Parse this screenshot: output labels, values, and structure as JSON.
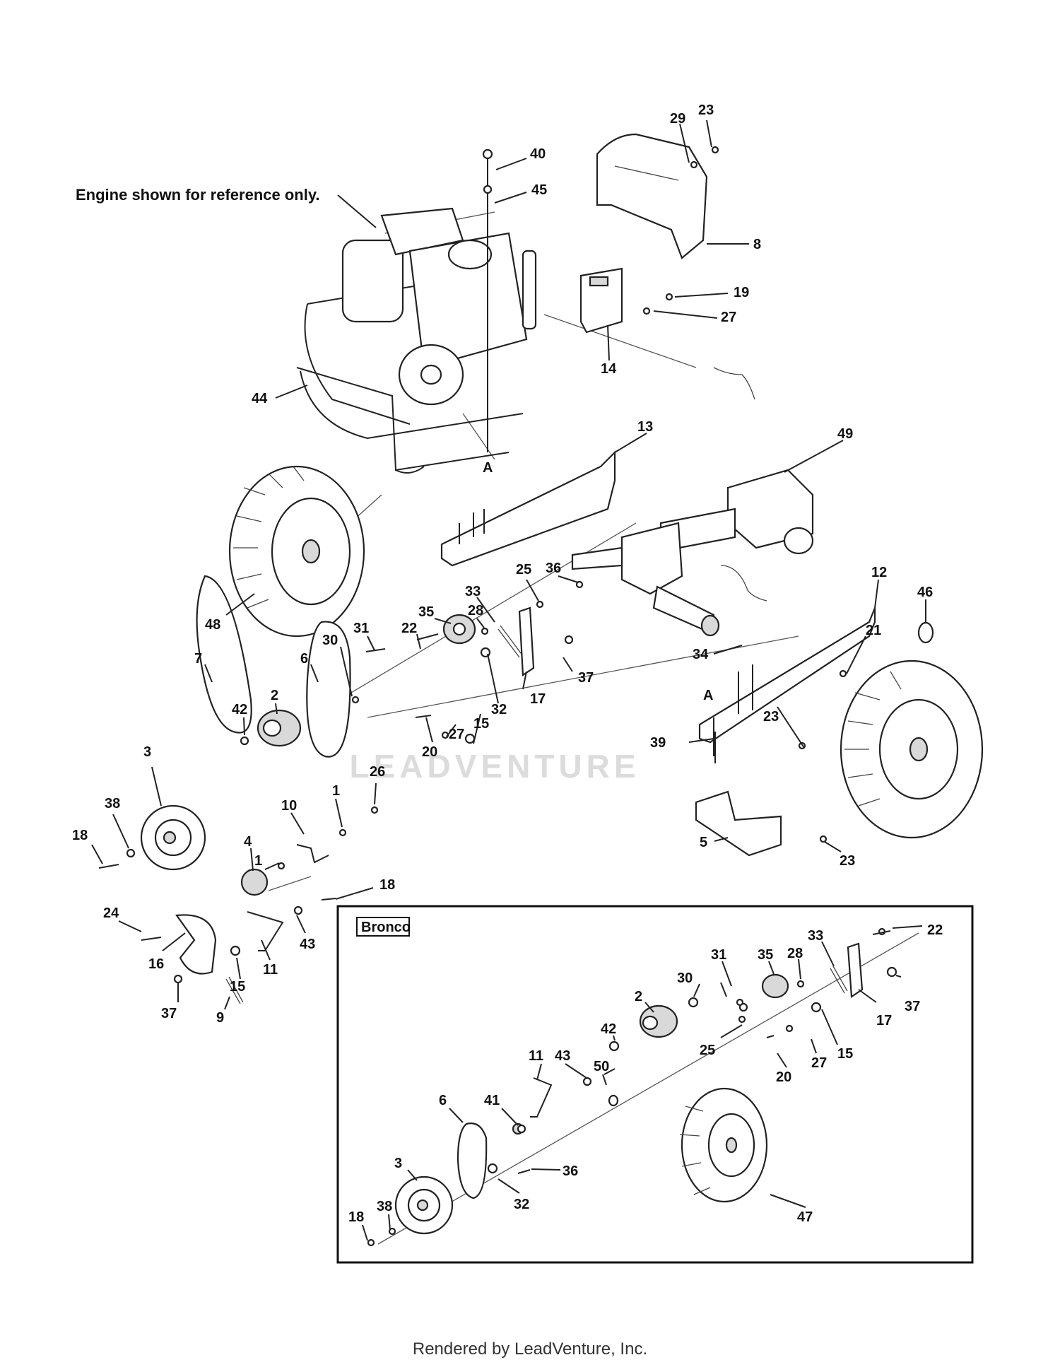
{
  "note_engine": "Engine shown for reference only.",
  "inset_title": "Bronco",
  "watermark": "LEADVENTURE",
  "footer": "Rendered by LeadVenture, Inc.",
  "reference_marker": "A",
  "main_callouts": [
    "29",
    "23",
    "40",
    "45",
    "8",
    "19",
    "27",
    "14",
    "44",
    "13",
    "49",
    "48",
    "25",
    "36",
    "12",
    "46",
    "35",
    "28",
    "33",
    "31",
    "22",
    "30",
    "21",
    "34",
    "7",
    "2",
    "6",
    "42",
    "37",
    "32",
    "17",
    "15",
    "23",
    "27",
    "20",
    "39",
    "3",
    "38",
    "26",
    "1",
    "10",
    "18",
    "1",
    "4",
    "5",
    "23",
    "18",
    "24",
    "16",
    "11",
    "43",
    "15",
    "37",
    "9"
  ],
  "inset_callouts": [
    "33",
    "22",
    "35",
    "28",
    "31",
    "30",
    "2",
    "42",
    "37",
    "17",
    "25",
    "15",
    "27",
    "20",
    "11",
    "50",
    "43",
    "6",
    "41",
    "3",
    "36",
    "32",
    "47",
    "18",
    "38"
  ]
}
